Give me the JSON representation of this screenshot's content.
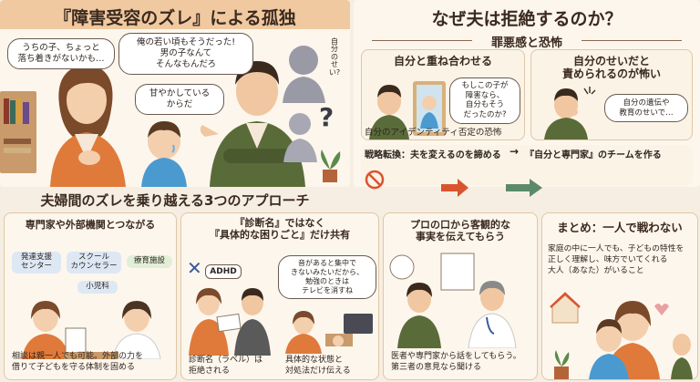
{
  "left_top": {
    "title": "『障害受容のズレ』による孤独",
    "mother_bubble": "うちの子、ちょっと\n落ち着きがないかも…",
    "father_bubble1": "俺の若い頃もそうだった!\n男の子なんて\nそんなもんだろ",
    "father_bubble2": "甘やかしている\nからだ",
    "shadow_text": "自\n分\nの\nせい?",
    "question_mark": "?"
  },
  "right_top": {
    "title": "なぜ夫は拒絶するのか？",
    "subtitle": "罪悪感と恐怖",
    "card1": {
      "title": "自分と重ね合わせる",
      "bubble": "もしこの子が\n障害なら、\n自分もそう\nだったのか?",
      "caption": "自分のアイデンティティ否定の恐怖"
    },
    "card2": {
      "title": "自分のせいだと\n責められるのが怖い",
      "bubble": "自分の遺伝や\n教育のせいで…"
    }
  },
  "strategy": {
    "text1": "戦略転換：夫を変えるのを諦める",
    "arrow": "→",
    "text2": "『自分と専門家』のチームを作る"
  },
  "bottom_left": {
    "title": "夫婦間のズレを乗り越える3つのアプローチ"
  },
  "approach1": {
    "title": "専門家や外部機関とつながる",
    "tags": [
      "発達支援\nセンター",
      "スクール\nカウンセラー",
      "療育施設",
      "小児科"
    ],
    "caption": "相談は親一人でも可能。外部の力を\n借りて子どもを守る体制を固める"
  },
  "approach2": {
    "title": "『診断名』ではなく\n『具体的な困りごと』だけ共有",
    "adhd_label": "ADHD",
    "cross": "✕",
    "bubble": "音があると集中で\nきないみたいだから、\n勉強のときは\nテレビを消すね",
    "caption1": "診断名（ラベル）は\n拒絶される",
    "caption2": "具体的な状態と\n対処法だけ伝える"
  },
  "approach3": {
    "title": "プロの口から客観的な\n事実を伝えてもらう",
    "caption": "医者や専門家から話をしてもらう。\n第三者の意見なら聞ける"
  },
  "summary": {
    "title": "まとめ：一人で戦わない",
    "text": "家庭の中に一人でも、子どもの特性を\n正しく理解し、味方でいてくれる\n大人（あなた）がいること"
  },
  "colors": {
    "header_bg": "#f0c9a0",
    "mother": "#e07a3a",
    "father": "#5a6b3a",
    "blue_tag": "#dde8f4",
    "green_arrow": "#5b8a6a",
    "red_arrow": "#d9542e"
  }
}
